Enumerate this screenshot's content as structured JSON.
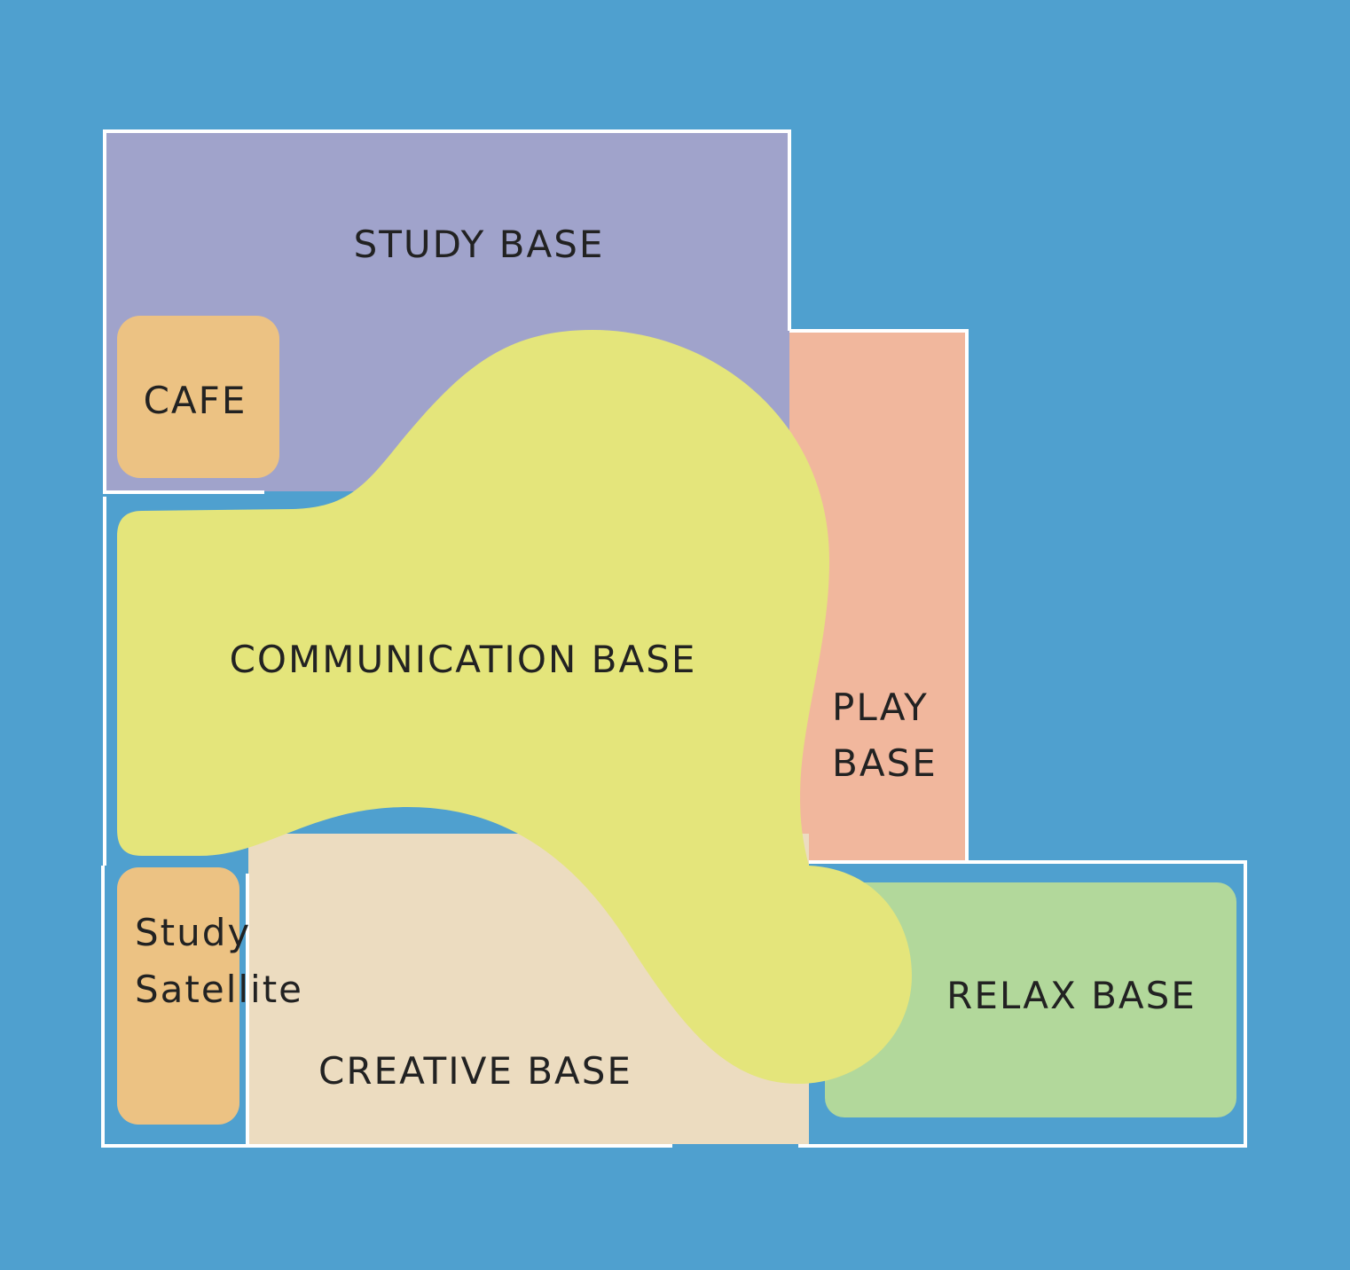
{
  "colors": {
    "background": "#4fa0cf",
    "wall": "#ffffff",
    "study_base": "#a0a3cb",
    "cafe": "#ecc283",
    "play_base": "#f1b79d",
    "communication_base": "#e4e57b",
    "creative_base": "#ecdcc0",
    "relax_base": "#b2d89b",
    "study_satellite": "#ecc283",
    "text": "#222222"
  },
  "zones": {
    "study_base": "STUDY BASE",
    "cafe": "CAFE",
    "communication_base": "COMMUNICATION BASE",
    "play_base_line1": "PLAY",
    "play_base_line2": "BASE",
    "study_satellite_line1": "Study",
    "study_satellite_line2": "Satellite",
    "creative_base": "CREATIVE BASE",
    "relax_base": "RELAX BASE"
  }
}
